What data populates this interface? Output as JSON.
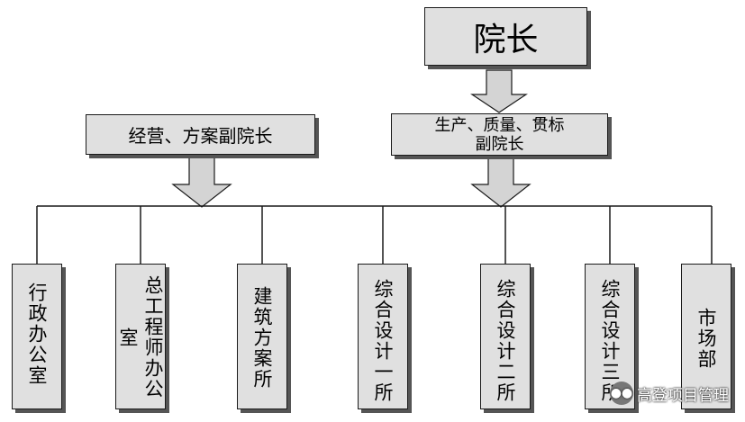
{
  "org_chart": {
    "president": "院长",
    "vp_business": "经营、方案副院长",
    "vp_production_line1": "生产、质量、贯标",
    "vp_production_line2": "副院长",
    "departments": [
      "行政办公室",
      "总工程师办公室",
      "建筑方案所",
      "综合设计一所",
      "综合设计二所",
      "综合设计三所",
      "市场部"
    ]
  },
  "watermark": {
    "icon": "wechat-icon",
    "text": "高登项目管理"
  },
  "colors": {
    "box_fill": "#e0e0e0",
    "box_border": "#1a1a1a",
    "box_shadow": "#555555",
    "arrow_fill": "#d4d4d4",
    "line": "#1a1a1a"
  }
}
